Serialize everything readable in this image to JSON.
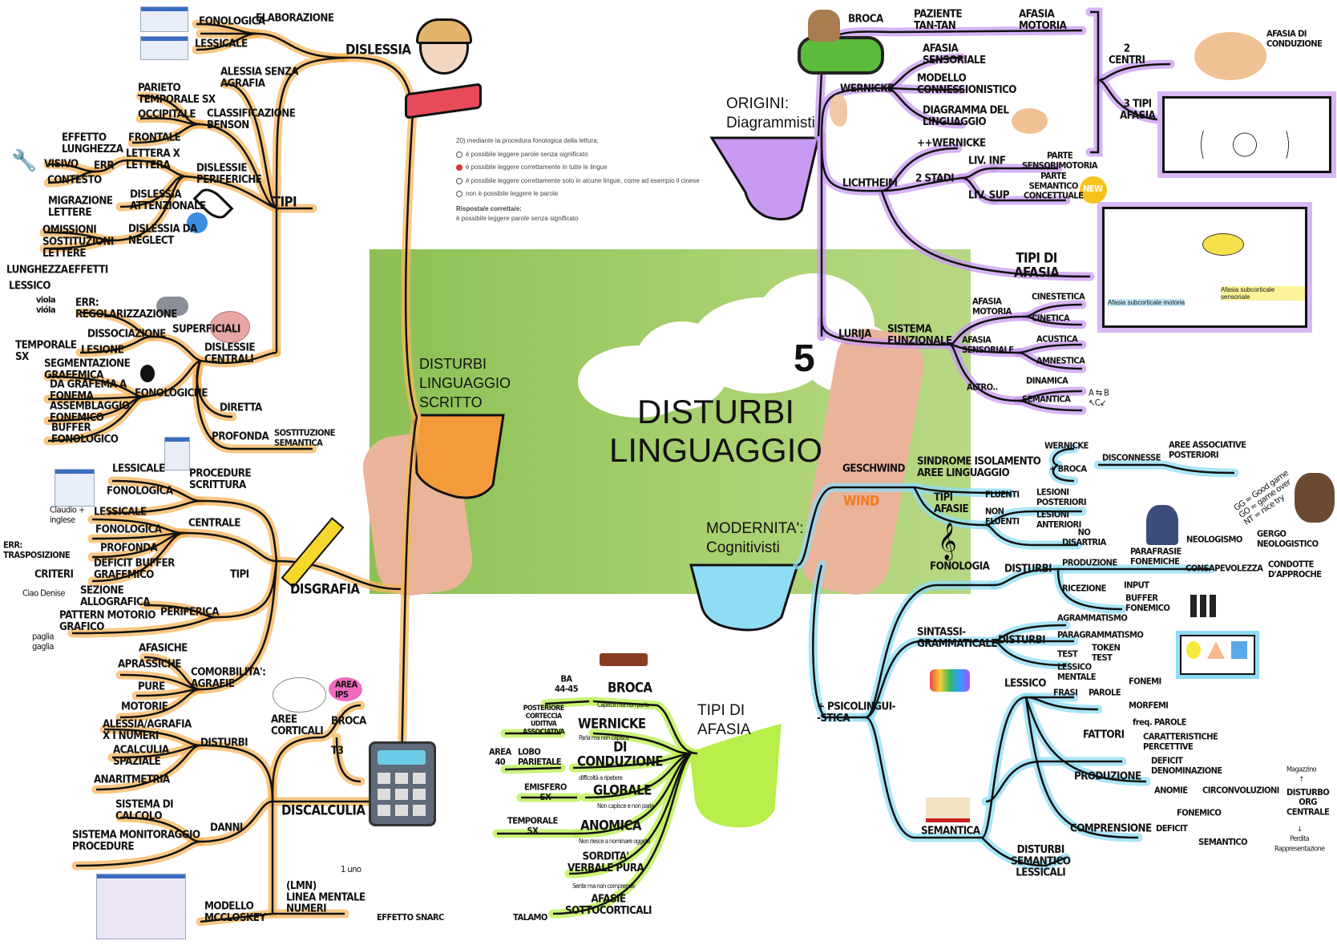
{
  "center": {
    "title": "DISTURBI\nLINGUAGGIO",
    "number": "5"
  },
  "sections": {
    "scritto": "DISTURBI\nLINGUAGGIO\nSCRITTO",
    "origini": "ORIGINI:\nDiagrammisti",
    "modernita": "MODERNITA':\nCognitivisti",
    "afasia": "TIPI DI\nAFASIA"
  },
  "quiz": {
    "question": "20) mediante la procedura fonologica della lettura:",
    "options": [
      "è possibile leggere parole senza significato",
      "è possibile leggere correttamente in tutte le lingue",
      "è possibile leggere correttamente solo in alcune lingue, come ad esempio il cinese",
      "non è possibile leggere le parole"
    ],
    "selected_index": 1,
    "answer_label": "Risposta/e corretta/e:",
    "answer": "è possibile leggere parole senza significato"
  },
  "colors": {
    "scritto": "#f7b55c",
    "origini": "#c99af2",
    "modernita": "#8fdcf5",
    "afasia": "#b8ef4a",
    "background": "#a9d170"
  },
  "left": [
    "DISLESSIA",
    "FONOLOGICA",
    "ELABORAZIONE",
    "LESSICALE",
    "ALESSIA senza\nAGRAFIA",
    "PARIETO\nTEMPORALE sx",
    "OCCIPITALE",
    "FRONTALE",
    "CLASSIFICAZIONE\nBENSON",
    "TIPI",
    "DISLESSIE\nPERIFERICHE",
    "EFFETTO\nLUNGHEZZA",
    "VISIVO",
    "ERR",
    "CONTESTO",
    "LETTERA x\nLETTERA",
    "DISLESSIA\nATTENZIONALE",
    "MIGRAZIONE\nLETTERE",
    "OMISSIONI",
    "SOSTITUZIONI\nLETTERE",
    "DISLESSIA da\nNEGLECT",
    "LUNGHEZZA",
    "EFFETTI",
    "LESSICO",
    "viola\nvióla",
    "ERR:\nREGOLARIZZAZIONE",
    "DISSOCIAZIONE",
    "SUPERFICIALI",
    "TEMPORALE\nSX",
    "LESIONE",
    "DISLESSIE\nCENTRALI",
    "SEGMENTAZIONE\nGRAFEMICA",
    "da GRAFEMA a\nFONEMA",
    "ASSEMBLAGGIO\nFONEMICO",
    "BUFFER\nFONOLOGICO",
    "FONOLOGICHE",
    "DIRETTA",
    "PROFONDA",
    "SOSTITUZIONE\nSEMANTICA",
    "LESSICALE",
    "PROCEDURE\nSCRITTURA",
    "FONOLOGICA",
    "LESSICALE",
    "FONOLOGICA",
    "PROFONDA",
    "DEFICIT BUFFER\nGRAFEMICO",
    "CENTRALE",
    "ERR:\nTRASPOSIZIONE",
    "CRITERI",
    "TIPI",
    "DISGRAFIA",
    "SEZIONE\nALLOGRAFICA",
    "PATTERN MOTORIO\nGRAFICO",
    "PERIFERICA",
    "Ciao Denise",
    "paglia\ngaglia",
    "AFASICHE",
    "APRASSICHE",
    "PURE",
    "MOTORIE",
    "COMORBILITA':\nAGRAFIE",
    "ALESSIA/AGRAFIA\nx i NUMERI",
    "ACALCULIA\nSPAZIALE",
    "ANARITMETRIA",
    "DISTURBI",
    "AREE\nCORTICALI",
    "AREA\nIPS",
    "BROCA",
    "T3",
    "DISCALCULIA",
    "SISTEMA di\nCALCOLO",
    "SISTEMA MONITORAGGIO\nPROCEDURE",
    "DANNI",
    "MODELLO\nMcCLOSKEY",
    "(LMN)\nLINEA MENTALE\nNUMERI",
    "EFFETTO SNARC",
    "Claudio +\ninglese",
    "1  uno"
  ],
  "origini": [
    "BROCA",
    "PAZIENTE\ntan-tan",
    "AFASIA\nMOTORIA",
    "AFASIA\nSENSORIALE",
    "MODELLO\nCONNESSIONISTICO",
    "DIAGRAMMA del\nLINGUAGGIO",
    "WERNICKE",
    "2\nCENTRI",
    "3 TIPI\nAFASIA",
    "AFASIA di\nCONDUZIONE",
    "++WERNICKE",
    "LICHTHEIM",
    "2 STADI",
    "LIV. inf",
    "LIV. sup",
    "PARTE\nSENSORIMOTORIA",
    "PARTE\nSEMANTICO\nCONCETTUALE",
    "NEW",
    "TIPI di\nAFASIA",
    "LURIJA",
    "SISTEMA\nFUNZIONALE",
    "AFASIA\nMOTORIA",
    "CINESTETICA",
    "CINETICA",
    "AFASIA\nSENSORIALE",
    "ACUSTICA",
    "AMNESTICA",
    "ALTRO..",
    "DINAMICA",
    "SEMANTICA",
    "A ⇆ B\n ↖C↙",
    "Afasia subcorticale motoria",
    "Afasia subcorticale sensoriale"
  ],
  "modernita": [
    "GESCHWIND",
    "SINDROME ISOLAMENTO\nAREE LINGUAGGIO",
    "WERNICKE",
    "+ BROCA",
    "DISCONNESSE",
    "AREE ASSOCIATIVE\nPOSTERIORI",
    "TIPI\nAFASIE",
    "FLUENTI",
    "NON\nFLUENTI",
    "LESIONI\nPOSTERIORI",
    "LESIONI\nANTERIORI",
    "WIND",
    "FONOLOGIA",
    "DISTURBI",
    "PRODUZIONE",
    "no\nDISARTRIA",
    "PARAFRASIE\nFONEMICHE",
    "NEOLOGISMO",
    "GERGO\nNEOLOGISTICO",
    "CONSAPEVOLEZZA",
    "CONDOTTE\nD'APPROCHE",
    "RICEZIONE",
    "INPUT",
    "BUFFER\nFONEMICO",
    "SINTASSI-\nGRAMMATICALE",
    "DISTURBI",
    "AGRAMMATISMO",
    "PARAGRAMMATISMO",
    "TEST",
    "TOKEN\nTEST",
    "+ PSICOLINGUI-\n-STICA",
    "LESSICO",
    "LESSICO\nMENTALE",
    "FRASI",
    "PAROLE",
    "FONEMI",
    "MORFEMI",
    "FATTORI",
    "freq. PAROLE",
    "CARATTERISTICHE\nPERCETTIVE",
    "PRODUZIONE",
    "DEFICIT\nDENOMINAZIONE",
    "ANOMIE",
    "CIRCONVOLUZIONI",
    "COMPRENSIONE",
    "DEFICIT",
    "FONEMICO",
    "SEMANTICO",
    "DISTURBO\nORG\nCENTRALE",
    "SEMANTICA",
    "DISTURBI\nSEMANTICO\nLESSICALI",
    "GG = Good game\nGO = game over\nNT = nice try",
    "Magazzino\n↑",
    "↓\nPerdita\nRappresentazione"
  ],
  "afasia": [
    "BA\n44-45",
    "BROCA",
    "posteriore\nCORTECCIA\nUDITIVA\nASSOCIATIVA",
    "WERNICKE",
    "AREA\n40",
    "LOBO\nPARIETALE",
    "di\nCONDUZIONE",
    "EMISFERO\nSX",
    "GLOBALE",
    "TEMPORALE\nSX",
    "ANOMICA",
    "SORDITA'\nVERBALE PURA",
    "AFASIE\nSOTTOCORTICALI",
    "TALAMO"
  ],
  "afasia_notes": [
    "Capisce ma non parla",
    "Parla ma non capisce",
    "difficoltà a ripetere",
    "Non capisce e non parla",
    "Non riesce a nominare oggetti",
    "Sente ma non comprende"
  ]
}
